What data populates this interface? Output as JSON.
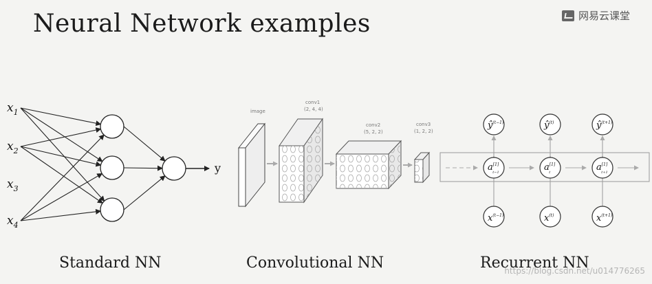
{
  "title": "Neural Network examples",
  "logo": {
    "text": "网易云课堂",
    "icon": "netease-cloud-classroom-logo"
  },
  "standard_nn": {
    "caption": "Standard NN",
    "inputs": [
      "x",
      "x",
      "x",
      "x"
    ],
    "input_subscripts": [
      "1",
      "2",
      "3",
      "4"
    ],
    "output": "y"
  },
  "conv_nn": {
    "caption": "Convolutional NN",
    "labels": {
      "image": "image",
      "conv1": "conv1",
      "conv1_dims": "(2, 4, 4)",
      "conv2": "conv2",
      "conv2_dims": "(5, 2, 2)",
      "conv3": "conv3",
      "conv3_dims": "(1, 2, 2)"
    }
  },
  "rnn": {
    "caption": "Recurrent NN",
    "outputs": [
      "ŷ",
      "ŷ",
      "ŷ"
    ],
    "output_sups": [
      "(t−1)",
      "(t)",
      "(t+1)"
    ],
    "hidden": [
      "a",
      "a",
      "a"
    ],
    "hidden_sups": [
      "[1]",
      "[1]",
      "[1]"
    ],
    "hidden_subs": [
      "t−1",
      "t",
      "t+1"
    ],
    "inputs": [
      "x",
      "x",
      "x"
    ],
    "input_sups": [
      "(t−1)",
      "(t)",
      "(t+1)"
    ]
  },
  "watermark": "https://blog.csdn.net/u014776265"
}
